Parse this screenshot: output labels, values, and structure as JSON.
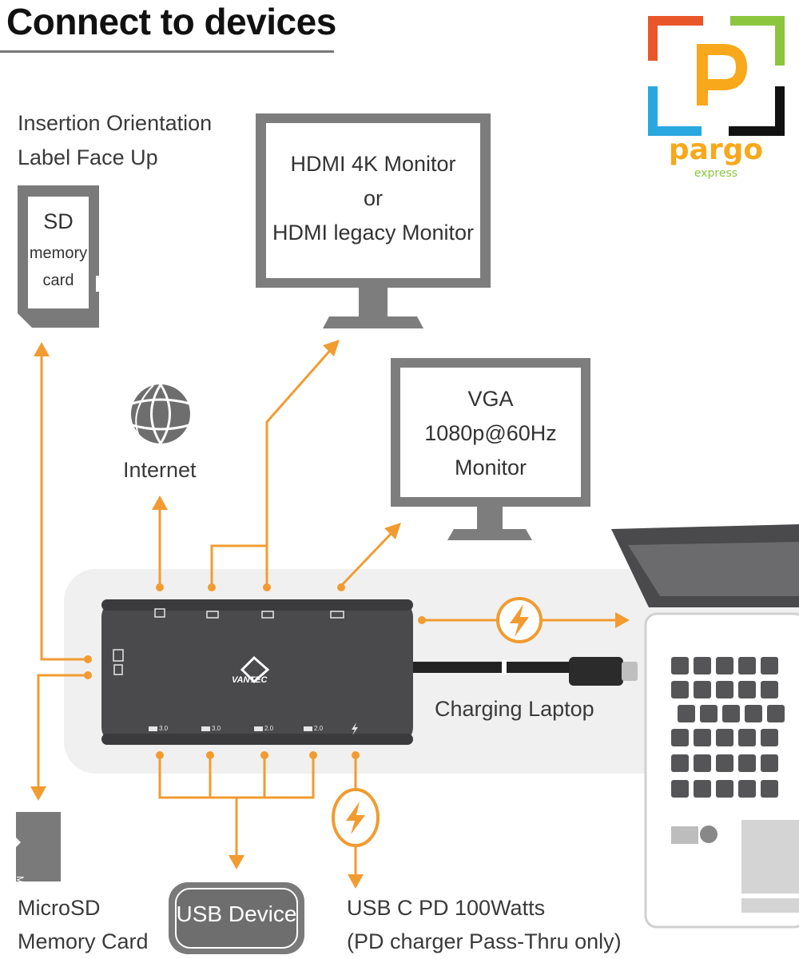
{
  "title": "Connect to devices",
  "sd": {
    "orientation_line1": "Insertion Orientation",
    "orientation_line2": "Label Face Up",
    "card_line1": "SD",
    "card_line2": "memory",
    "card_line3": "card"
  },
  "internet_label": "Internet",
  "hdmi_monitor": {
    "line1": "HDMI 4K Monitor",
    "line2": "or",
    "line3": "HDMI legacy Monitor"
  },
  "vga_monitor": {
    "line1": "VGA",
    "line2": "1080p@60Hz",
    "line3": "Monitor"
  },
  "hub_brand": "VANTEC",
  "hub_port_labels": [
    "3.0",
    "3.0",
    "2.0",
    "2.0"
  ],
  "charging_label": "Charging Laptop",
  "microsd_card_text": "Micro SD",
  "microsd_line1": "MicroSD",
  "microsd_line2": "Memory Card",
  "usb_device_label": "USB Device",
  "usbc_line1": "USB C PD 100Watts",
  "usbc_line2": "(PD charger Pass-Thru only)",
  "logo": {
    "word": "pargo",
    "sub": "express",
    "colors": {
      "orange_red": "#e8562a",
      "green": "#8cc63f",
      "blue": "#29a8e0",
      "black": "#111111",
      "yellow": "#f7a81b"
    }
  },
  "colors": {
    "accent": "#f29b30",
    "monitor": "#7d7d7d",
    "hub": "#4a4a4c"
  }
}
